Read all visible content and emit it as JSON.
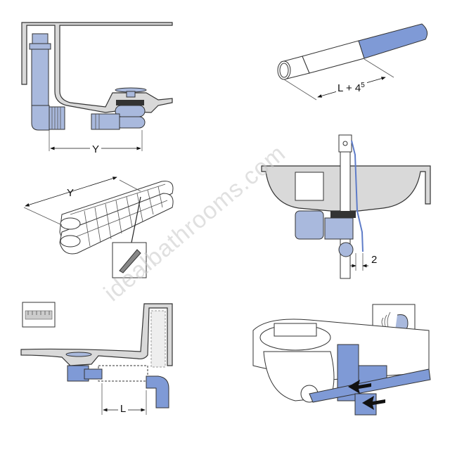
{
  "panels": {
    "overflow_section": {
      "dimension_label": "Y"
    },
    "hose_cut": {
      "dimension_label": "Y"
    },
    "pipe_cut": {
      "dimension_label": "L + 4",
      "dimension_superscript": "5"
    },
    "sink_rod": {
      "dimension_label": "2"
    },
    "bath_connection": {
      "dimension_label": "L"
    },
    "click_fit": {}
  },
  "watermark": "idealbathrooms.com",
  "colors": {
    "part_blue": "#a9b9dd",
    "accent_blue": "#7f9ad6",
    "bath_grey": "#d9d9d9"
  }
}
